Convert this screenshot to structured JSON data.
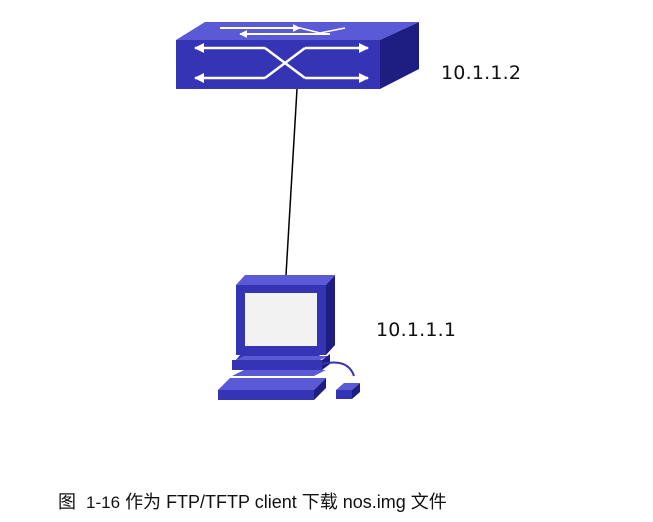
{
  "diagram": {
    "nodes": {
      "switch": {
        "ip": "10.1.1.2",
        "icon": "switch-icon"
      },
      "pc": {
        "ip": "10.1.1.1",
        "icon": "computer-icon"
      }
    },
    "colors": {
      "device_face": "#3434B4",
      "device_top": "#5A5AD6",
      "device_side": "#1E1E82",
      "screen": "#F2F2F2",
      "link": "#000000"
    }
  },
  "caption": {
    "prefix": "图",
    "number": "1-16",
    "text": "作为 FTP/TFTP client 下载 nos.img 文件"
  }
}
